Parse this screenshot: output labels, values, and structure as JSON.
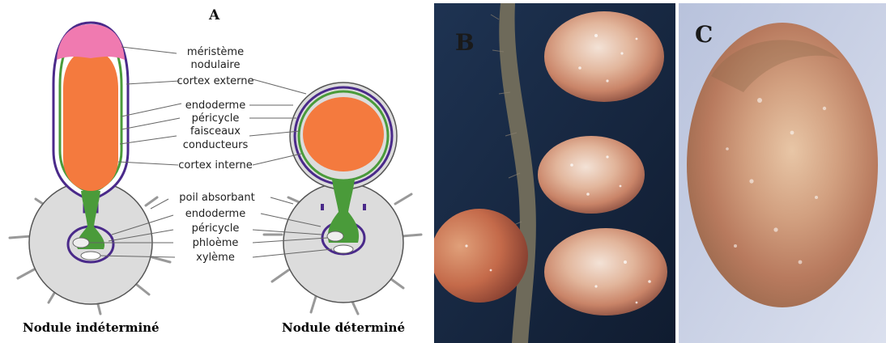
{
  "panels": {
    "a": "A",
    "b": "B",
    "c": "C"
  },
  "labels": {
    "meristeme": "méristème",
    "nodulaire": "nodulaire",
    "cortex_externe": "cortex externe",
    "endoderme": "endoderme",
    "pericycle": "péricycle",
    "faisceaux": "faisceaux",
    "conducteurs": "conducteurs",
    "cortex_interne": "cortex interne",
    "poil_absorbant": "poil absorbant",
    "endoderme_racine": "endoderme",
    "pericycle_racine": "péricycle",
    "phloeme": "phloème",
    "xyleme": "xylème"
  },
  "captions": {
    "indetermine": "Nodule indéterminé",
    "determine": "Nodule déterminé"
  },
  "colors": {
    "nodule_tissue": "#f47a3e",
    "meristem": "#f07ab0",
    "vascular": "#4a9b3a",
    "endodermis": "#5a2a8a",
    "root_cortex": "#dcdcdc",
    "photo_background": "#1a2c4a"
  }
}
